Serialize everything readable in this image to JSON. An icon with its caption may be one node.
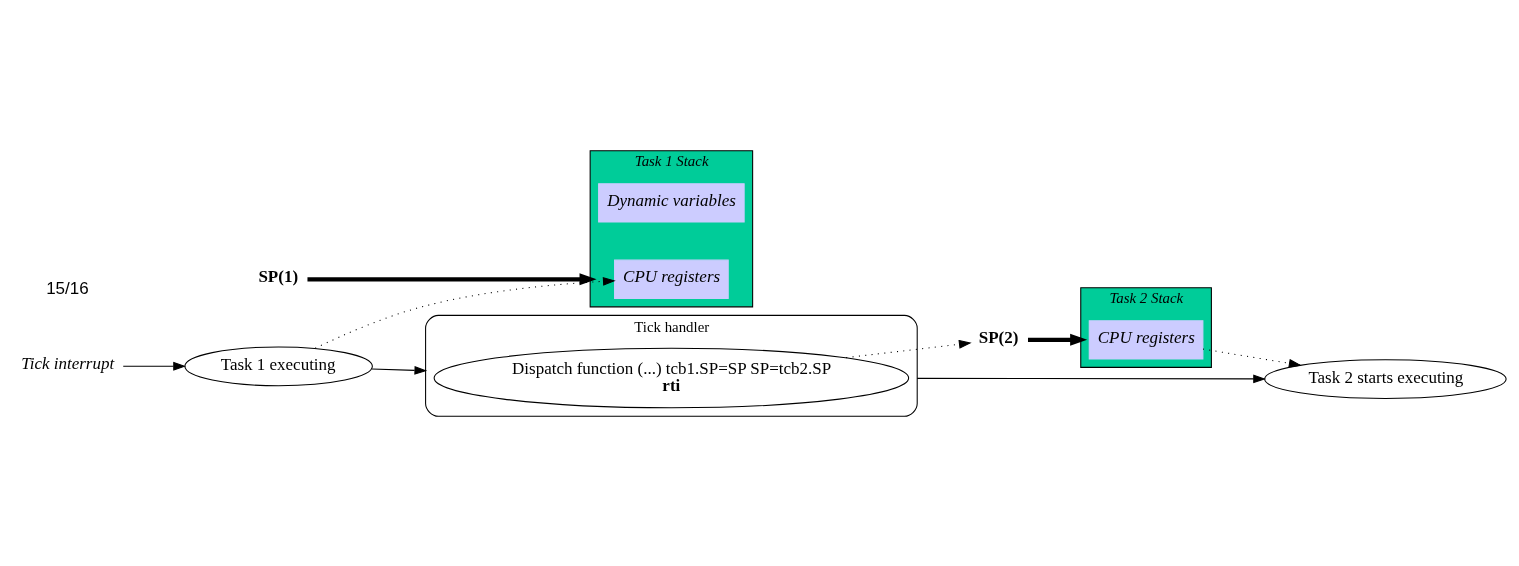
{
  "diagram": {
    "nodes": [
      {
        "text": [
          "Tick interrupt"
        ]
      },
      {
        "text": [
          "Task 1 executing"
        ]
      },
      {
        "text": [
          "Task 1 Stack"
        ]
      },
      {
        "text": [
          "Dynamic variables"
        ],
        "in": 2
      },
      {
        "text": [
          "CPU registers"
        ],
        "in": 2
      },
      {
        "text": [
          "SP(1)"
        ]
      },
      {
        "text": [
          "Tick handler"
        ]
      },
      {
        "text": [
          "Dispatch function (...) tcb1.SP=SP SP=tcb2.SP",
          "rti"
        ],
        "in": 6
      },
      {
        "text": [
          "SP(2)"
        ]
      },
      {
        "text": [
          "Task 2 Stack"
        ]
      },
      {
        "text": [
          "CPU registers"
        ],
        "in": 9
      },
      {
        "text": [
          "Task 2 starts executing"
        ]
      }
    ],
    "edges": [
      {
        "from": 0,
        "to": 1,
        "arrow": "to"
      },
      {
        "from": 1,
        "to": 6,
        "arrow": "to"
      },
      {
        "from": 1,
        "to": 4,
        "arrow": "to",
        "style": "dashed"
      },
      {
        "from": 5,
        "to": 2,
        "arrow": "to",
        "style": "thick"
      },
      {
        "from": 7,
        "to": 8,
        "arrow": "to",
        "style": "dashed"
      },
      {
        "from": 8,
        "to": 9,
        "arrow": "to",
        "style": "thick"
      },
      {
        "from": 10,
        "to": 11,
        "arrow": "to",
        "style": "dashed"
      },
      {
        "from": 6,
        "to": 11,
        "arrow": "to"
      }
    ],
    "labels": [
      "15/16"
    ]
  }
}
